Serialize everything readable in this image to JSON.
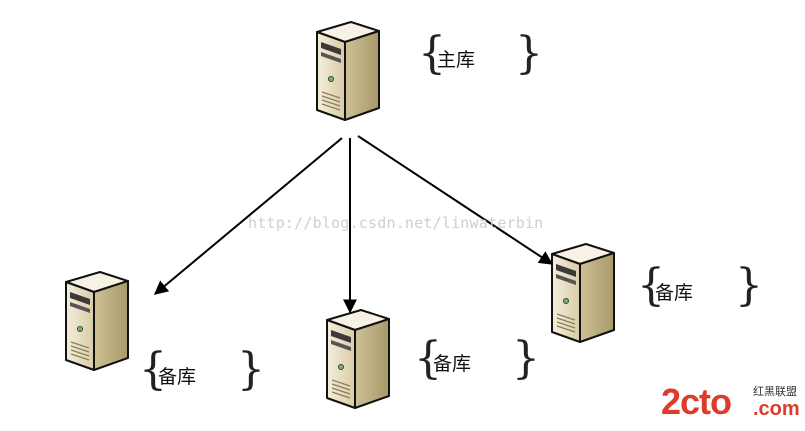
{
  "watermark": "http://blog.csdn.net/linwaterbin",
  "nodes": {
    "primary": {
      "label": "主库"
    },
    "standby_left": {
      "label": "备库"
    },
    "standby_middle": {
      "label": "备库"
    },
    "standby_right": {
      "label": "备库"
    }
  },
  "logo": {
    "text": "2cto",
    "suffix": ".com",
    "tag": "红黑联盟"
  },
  "colors": {
    "server_front": "#e9dfc5",
    "server_side": "#c7b98d",
    "server_top": "#f5efdd",
    "outline": "#111111",
    "logo_red": "#e03a2a"
  }
}
